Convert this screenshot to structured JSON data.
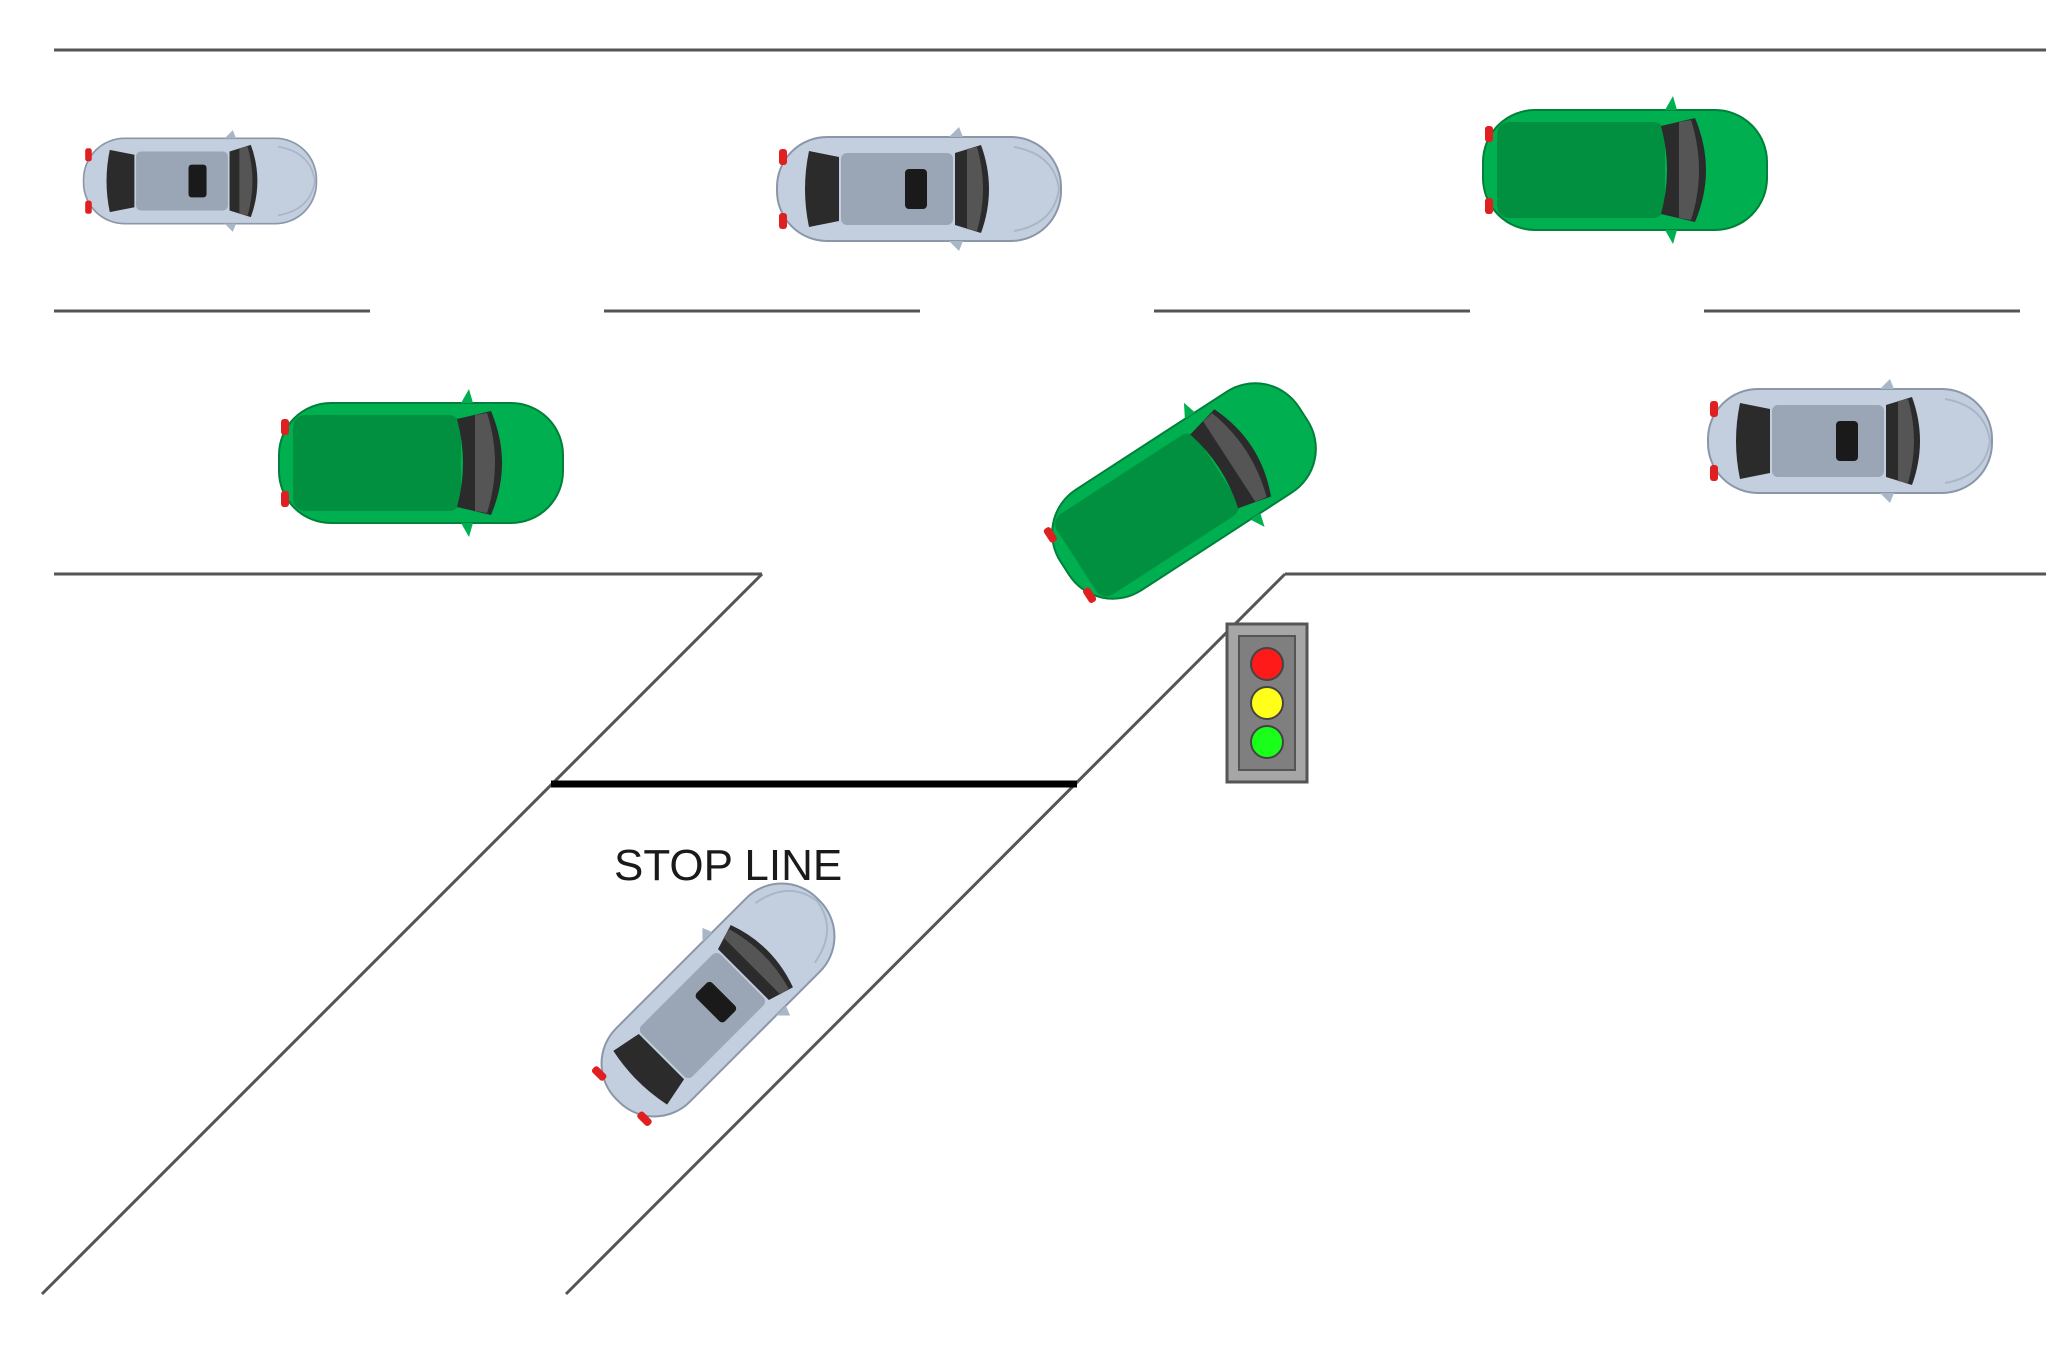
{
  "diagram": {
    "stop_line_label": "STOP LINE",
    "traffic_light": {
      "lamps": [
        "red",
        "yellow",
        "green"
      ],
      "colors": {
        "red": "#ff1a1a",
        "yellow": "#ffff1a",
        "green": "#1aff1a",
        "housing": "#a6a6a6"
      }
    },
    "car_colors": {
      "silver": "#c3cfdf",
      "green": "#00b050"
    },
    "cars": [
      {
        "id": "car-1",
        "color": "silver",
        "lane": "upper"
      },
      {
        "id": "car-2",
        "color": "silver",
        "lane": "upper"
      },
      {
        "id": "car-3",
        "color": "green",
        "lane": "upper"
      },
      {
        "id": "car-4",
        "color": "green",
        "lane": "lower"
      },
      {
        "id": "car-5",
        "color": "green",
        "lane": "merging"
      },
      {
        "id": "car-6",
        "color": "silver",
        "lane": "lower"
      },
      {
        "id": "car-7",
        "color": "silver",
        "lane": "ramp"
      }
    ]
  }
}
